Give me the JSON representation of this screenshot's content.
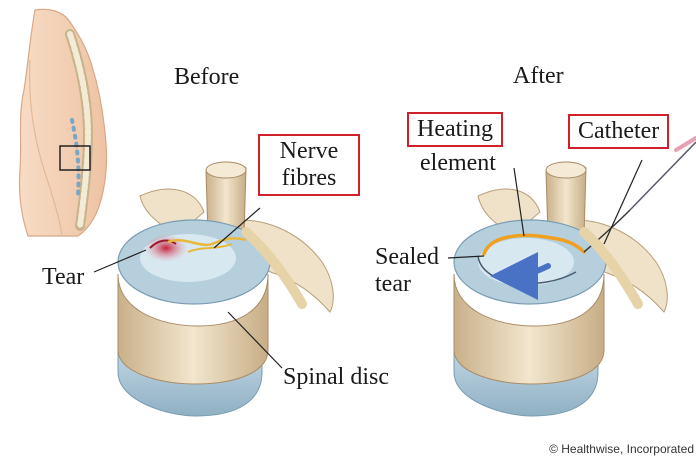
{
  "labels": {
    "before": "Before",
    "after": "After",
    "nerve_fibres": "Nerve fibres",
    "tear": "Tear",
    "spinal_disc": "Spinal disc",
    "heating": "Heating",
    "element": "element",
    "catheter": "Catheter",
    "sealed_tear": "Sealed tear"
  },
  "credit": "© Healthwise, Incorporated",
  "colors": {
    "highlight_box": "#d0202a",
    "nerve": "#e8b83a",
    "heating_element": "#f0a020",
    "arrow": "#4a72c4",
    "tear": "#b8283c",
    "disc": "#a9c7d8",
    "bone": "#efe2c8",
    "bone_shade": "#cdb896"
  }
}
